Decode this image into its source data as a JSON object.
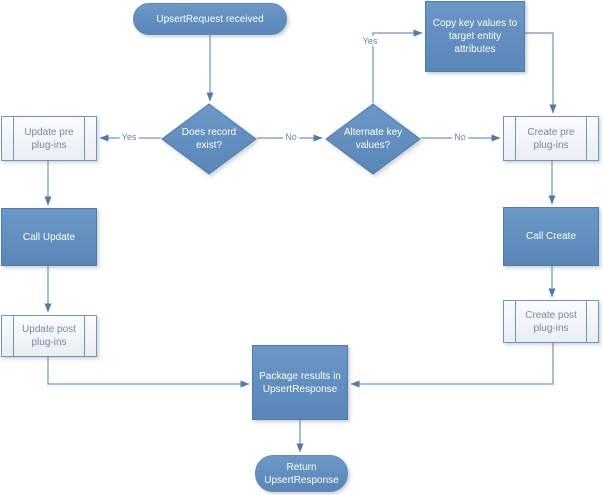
{
  "diagram_type": "flowchart",
  "nodes": {
    "start": {
      "label": "UpsertRequest received",
      "shape": "rounded"
    },
    "does_exist": {
      "label": "Does record exist?",
      "shape": "decision"
    },
    "alt_key": {
      "label": "Alternate key values?",
      "shape": "decision"
    },
    "copy_keys": {
      "label": "Copy key values to target entity attributes",
      "shape": "process"
    },
    "update_pre": {
      "label": "Update pre plug-ins",
      "shape": "predefined-process"
    },
    "call_update": {
      "label": "Call Update",
      "shape": "process"
    },
    "update_post": {
      "label": "Update post plug-ins",
      "shape": "predefined-process"
    },
    "create_pre": {
      "label": "Create pre plug-ins",
      "shape": "predefined-process"
    },
    "call_create": {
      "label": "Call Create",
      "shape": "process"
    },
    "create_post": {
      "label": "Create post plug-ins",
      "shape": "predefined-process"
    },
    "package": {
      "label": "Package results in UpsertResponse",
      "shape": "process"
    },
    "return": {
      "label": "Return UpsertResponse",
      "shape": "rounded"
    }
  },
  "edges": {
    "exist_yes": {
      "from": "does_exist",
      "to": "update_pre",
      "label": "Yes"
    },
    "exist_no": {
      "from": "does_exist",
      "to": "alt_key",
      "label": "No"
    },
    "altkey_yes": {
      "from": "alt_key",
      "to": "copy_keys",
      "label": "Yes"
    },
    "altkey_no": {
      "from": "alt_key",
      "to": "create_pre",
      "label": "No"
    }
  },
  "colors": {
    "node_fill_top": "#6b98c6",
    "node_fill_bottom": "#5a86b8",
    "node_border": "#4f7cad",
    "predef_fill": "#eef2f7",
    "predef_text": "#7589a6",
    "connector": "#6f94c0",
    "arrowhead": "#4f7aa9",
    "label_text": "#6089ba",
    "background": "#ffffff"
  }
}
